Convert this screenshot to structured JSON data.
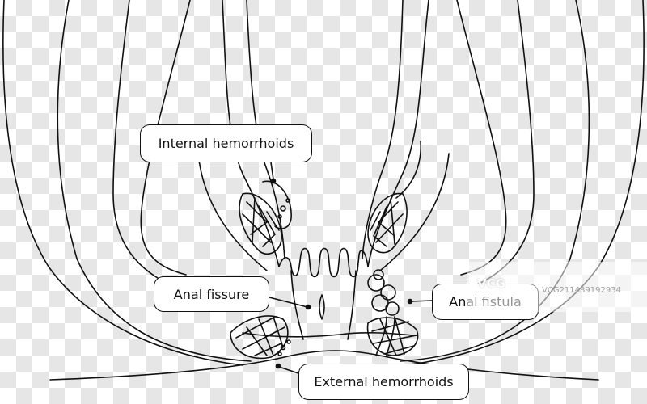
{
  "labels": {
    "internal": "Internal hemorrhoids",
    "fissure": "Anal fissure",
    "fistula": "Anal fistula",
    "external": "External hemorrhoids"
  },
  "watermark": {
    "logo": "VCG",
    "id": "VCG211489192934"
  },
  "colors": {
    "line": "#111111",
    "checker": "#e6e6e6",
    "label_bg": "#ffffff"
  }
}
